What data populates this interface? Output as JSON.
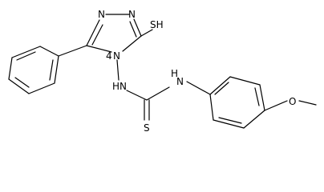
{
  "molecule": {
    "atoms": {
      "n_top_left": "N",
      "n_top_right": "N",
      "n_ring": "N",
      "ring_locant": "4",
      "thiol": "SH",
      "amine_left": "HN",
      "amine_right": "H",
      "amine_right_n": "N",
      "thione": "S",
      "methoxy_o": "O"
    }
  }
}
